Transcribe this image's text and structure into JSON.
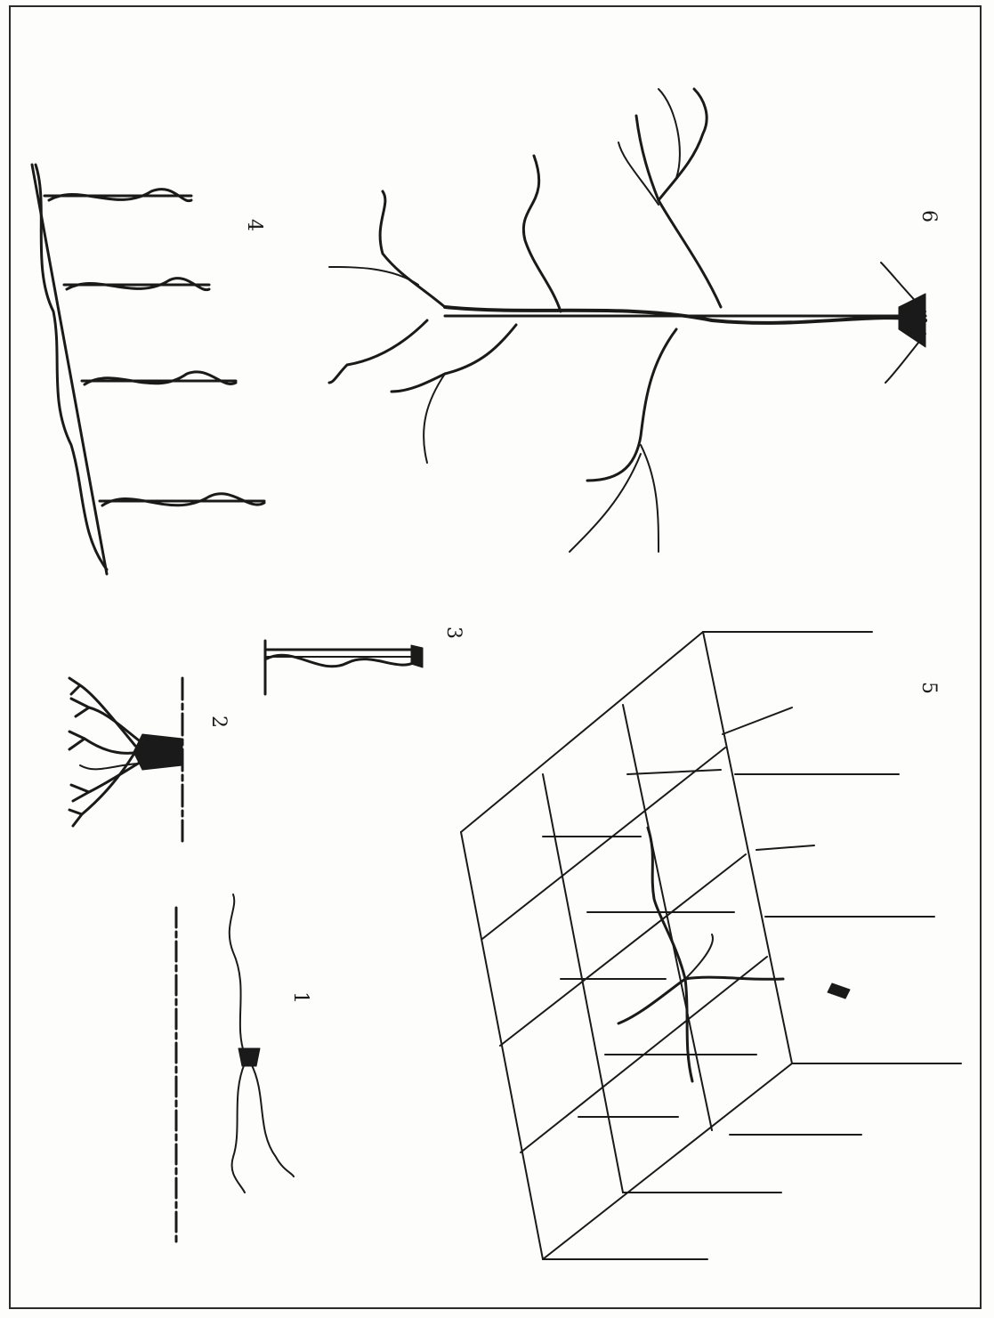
{
  "figure": {
    "ink_color": "#1a1a1a",
    "paper_color": "#fdfdfb",
    "labels": {
      "fig1": "1",
      "fig2": "2",
      "fig3": "3",
      "fig4": "4",
      "fig5": "5",
      "fig6": "6"
    }
  }
}
